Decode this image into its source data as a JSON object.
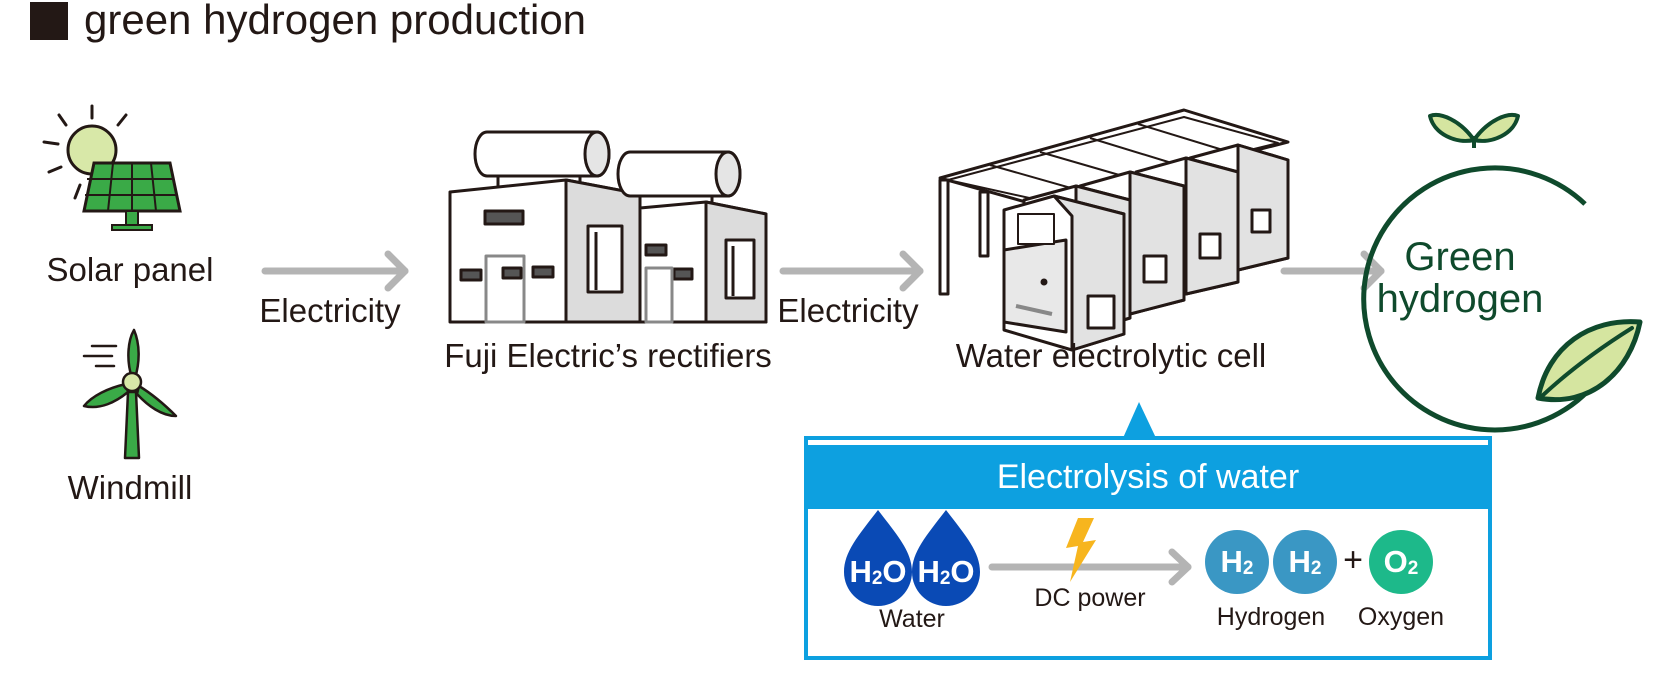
{
  "title": "green hydrogen production",
  "sources": {
    "solar_label": "Solar panel",
    "wind_label": "Windmill"
  },
  "arrows": {
    "arrow1_label": "Electricity",
    "arrow2_label": "Electricity"
  },
  "rectifiers_label": "Fuji Electric’s rectifiers",
  "cell_label": "Water electrolytic cell",
  "output": {
    "line1": "Green",
    "line2": "hydrogen"
  },
  "electrolysis": {
    "header": "Electrolysis of water",
    "molecule_h2o": "H",
    "molecule_h2o_sub": "2",
    "molecule_h2o_tail": "O",
    "water_label": "Water",
    "power_label": "DC power",
    "h2_main": "H",
    "h2_sub": "2",
    "o2_main": "O",
    "o2_sub": "2",
    "plus": "+",
    "hydrogen_label": "Hydrogen",
    "oxygen_label": "Oxygen"
  },
  "colors": {
    "ink": "#231815",
    "arrow_gray": "#b4b4b4",
    "solar_green": "#3aaa47",
    "sun_fill": "#d8e8a8",
    "dark_green": "#0f4a2c",
    "leaf_fill": "#d5e5a0",
    "panel_blue": "#0da0e0",
    "water_blue": "#0a4ab5",
    "hydrogen_blue": "#3a97c4",
    "oxygen_green": "#1db98a",
    "bolt_yellow": "#f7b51e"
  },
  "icons": [
    "square-bullet-icon",
    "sun-icon",
    "solar-panel-icon",
    "wind-turbine-icon",
    "arrow-right-icon",
    "rectifier-building-icon",
    "electrolytic-cell-icon",
    "sprout-icon",
    "leaf-icon",
    "water-drop-icon",
    "lightning-bolt-icon"
  ]
}
